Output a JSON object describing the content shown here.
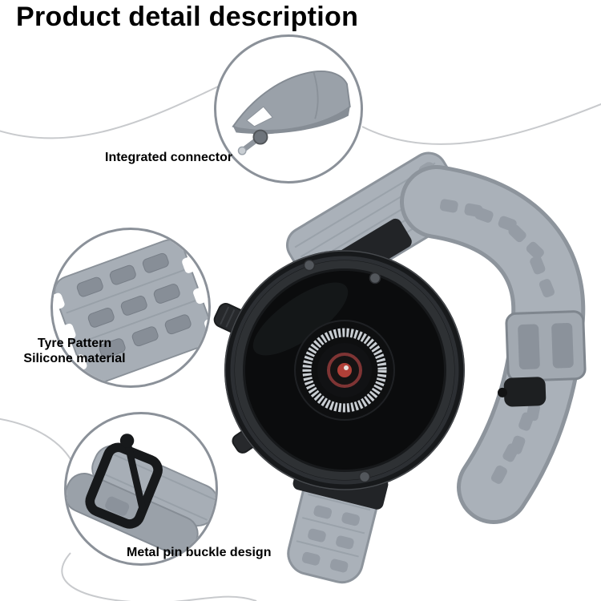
{
  "page": {
    "title": "Product detail description"
  },
  "callouts": {
    "connector": {
      "label": "Integrated connector"
    },
    "tyre": {
      "label_line1": "Tyre Pattern",
      "label_line2": "Silicone material"
    },
    "buckle": {
      "label": "Metal pin buckle design"
    }
  },
  "colors": {
    "strap_gray": "#aab1b9",
    "strap_edge": "#8d949c",
    "strap_slot": "#959ca5",
    "watch_black": "#17191b",
    "bezel_gray": "#2e3134",
    "sensor_silver": "#c9ced3",
    "sensor_red": "#b04038",
    "decor_line": "#c8cacd",
    "circle_border": "#8b9199",
    "text": "#000000"
  }
}
